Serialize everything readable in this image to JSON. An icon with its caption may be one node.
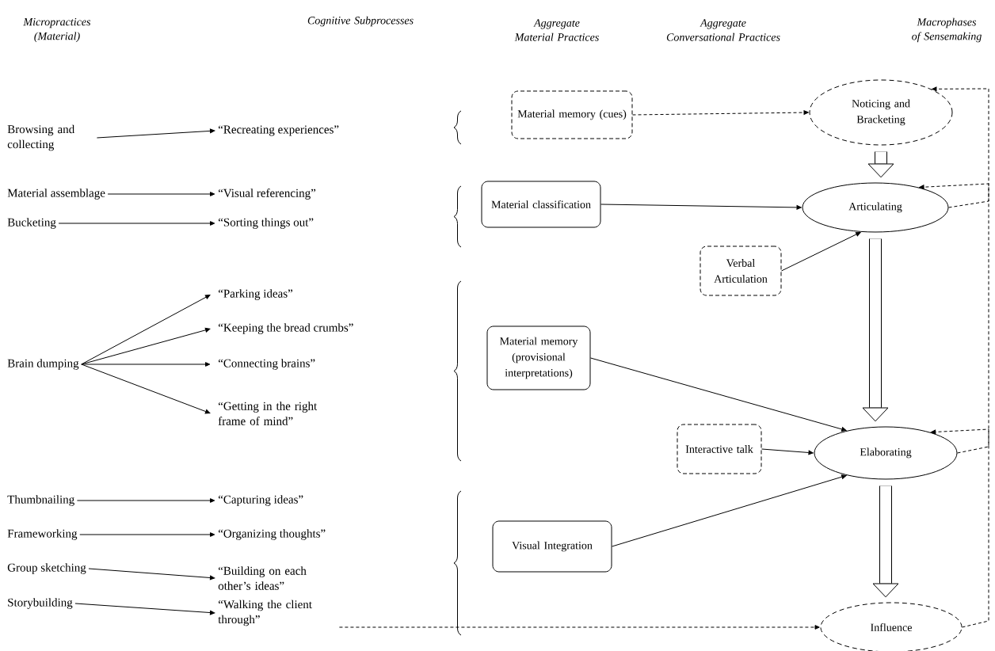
{
  "diagram": {
    "nodes": [
      {
        "text": [
          "Browsing and collecting"
        ]
      },
      {
        "text": [
          "Material assemblage"
        ]
      },
      {
        "text": [
          "Bucketing"
        ]
      },
      {
        "text": [
          "Brain dumping"
        ]
      },
      {
        "text": [
          "Thumbnailing"
        ]
      },
      {
        "text": [
          "Frameworking"
        ]
      },
      {
        "text": [
          "Group sketching"
        ]
      },
      {
        "text": [
          "Storybuilding"
        ]
      },
      {
        "text": [
          "“Recreating experiences”"
        ]
      },
      {
        "text": [
          "“Visual referencing”"
        ]
      },
      {
        "text": [
          "“Sorting things out”"
        ]
      },
      {
        "text": [
          "“Parking ideas”"
        ]
      },
      {
        "text": [
          "“Keeping the bread crumbs”"
        ]
      },
      {
        "text": [
          "“Connecting brains”"
        ]
      },
      {
        "text": [
          "“Getting in the right frame of mind”"
        ]
      },
      {
        "text": [
          "“Capturing ideas”"
        ]
      },
      {
        "text": [
          "“Organizing thoughts”"
        ]
      },
      {
        "text": [
          "“Building on each other’s ideas”"
        ]
      },
      {
        "text": [
          "“Walking the client through”"
        ]
      },
      {
        "text": [
          "Material memory (cues)"
        ]
      },
      {
        "text": [
          "Material classification"
        ]
      },
      {
        "text": [
          "Verbal Articulation"
        ]
      },
      {
        "text": [
          "Material memory (provisional interpretations)"
        ]
      },
      {
        "text": [
          "Interactive talk"
        ]
      },
      {
        "text": [
          "Visual Integration"
        ]
      },
      {
        "text": [
          "Noticing and Bracketing"
        ]
      },
      {
        "text": [
          "Articulating"
        ]
      },
      {
        "text": [
          "Elaborating"
        ]
      },
      {
        "text": [
          "Influence"
        ]
      }
    ],
    "edges": [
      {
        "from": 0,
        "to": 8,
        "arrow": "to"
      },
      {
        "from": 1,
        "to": 9,
        "arrow": "to"
      },
      {
        "from": 2,
        "to": 10,
        "arrow": "to"
      },
      {
        "from": 3,
        "to": 11,
        "arrow": "to"
      },
      {
        "from": 3,
        "to": 12,
        "arrow": "to"
      },
      {
        "from": 3,
        "to": 13,
        "arrow": "to"
      },
      {
        "from": 3,
        "to": 14,
        "arrow": "to"
      },
      {
        "from": 4,
        "to": 15,
        "arrow": "to"
      },
      {
        "from": 5,
        "to": 16,
        "arrow": "to"
      },
      {
        "from": 6,
        "to": 17,
        "arrow": "to"
      },
      {
        "from": 7,
        "to": 18,
        "arrow": "to"
      },
      {
        "from": 18,
        "to": 28,
        "arrow": "to",
        "style": "dashed"
      },
      {
        "from": 19,
        "to": 25,
        "arrow": "to",
        "style": "dashed"
      },
      {
        "from": 20,
        "to": 26,
        "arrow": "to"
      },
      {
        "from": 21,
        "to": 26,
        "arrow": "to"
      },
      {
        "from": 22,
        "to": 27,
        "arrow": "to"
      },
      {
        "from": 23,
        "to": 27,
        "arrow": "to"
      },
      {
        "from": 24,
        "to": 27,
        "arrow": "to"
      },
      {
        "from": 25,
        "to": 26,
        "arrow": "to",
        "style": "thick"
      },
      {
        "from": 26,
        "to": 27,
        "arrow": "to",
        "style": "thick"
      },
      {
        "from": 27,
        "to": 28,
        "arrow": "to",
        "style": "thick"
      },
      {
        "from": 26,
        "to": 25,
        "arrow": "to",
        "style": "dashed"
      },
      {
        "from": 27,
        "to": 26,
        "arrow": "to",
        "style": "dashed"
      },
      {
        "from": 28,
        "to": 27,
        "arrow": "to",
        "style": "dashed"
      }
    ],
    "labels": [
      "Micropractices (Material)",
      "Cognitive Subprocesses",
      "Aggregate Material Practices",
      "Aggregate Conversational Practices",
      "Macrophases of Sensemaking"
    ]
  }
}
